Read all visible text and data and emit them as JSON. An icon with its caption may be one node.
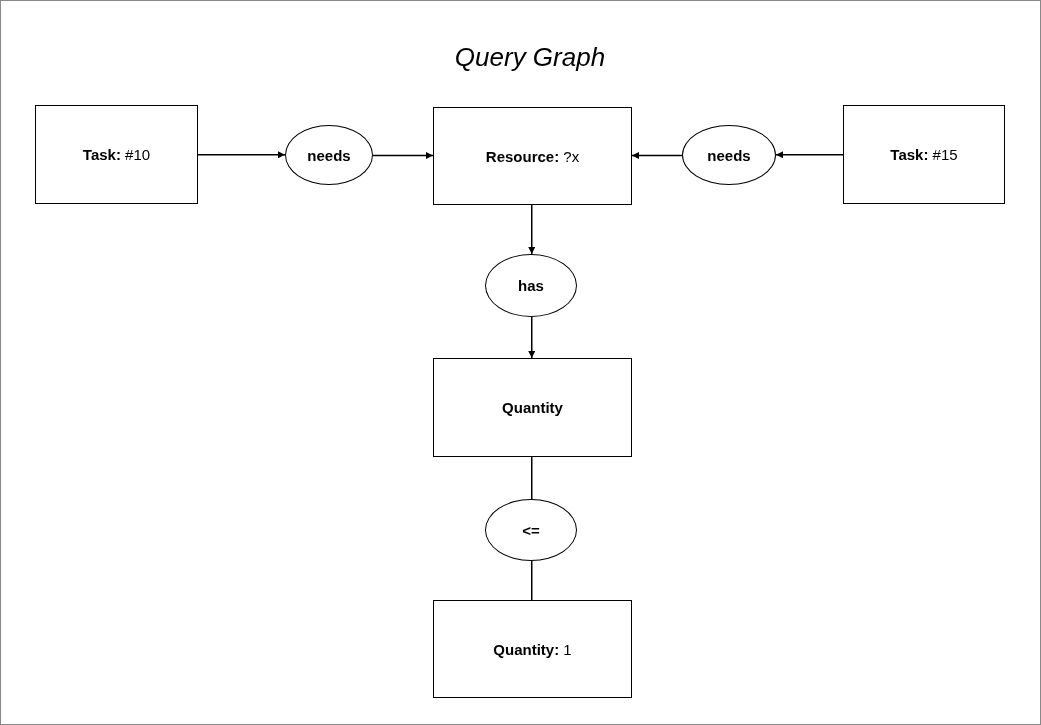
{
  "diagram": {
    "title": "Query Graph",
    "nodes": [
      {
        "text": [
          "**Task:** #10"
        ]
      },
      {
        "text": [
          "needs"
        ]
      },
      {
        "text": [
          "**Resource:** ?x"
        ]
      },
      {
        "text": [
          "needs"
        ]
      },
      {
        "text": [
          "**Task:** #15"
        ]
      },
      {
        "text": [
          "has"
        ]
      },
      {
        "text": [
          "Quantity"
        ]
      },
      {
        "text": [
          "<="
        ]
      },
      {
        "text": [
          "**Quantity:** 1"
        ]
      }
    ],
    "edges": [
      {
        "from": 0,
        "to": 1,
        "arrow": "to"
      },
      {
        "from": 1,
        "to": 2,
        "arrow": "to"
      },
      {
        "from": 4,
        "to": 3,
        "arrow": "to"
      },
      {
        "from": 3,
        "to": 2,
        "arrow": "to"
      },
      {
        "from": 2,
        "to": 5,
        "arrow": "to"
      },
      {
        "from": 5,
        "to": 6,
        "arrow": "to"
      },
      {
        "from": 6,
        "to": 7,
        "arrow": "none"
      },
      {
        "from": 7,
        "to": 8,
        "arrow": "none"
      }
    ]
  }
}
